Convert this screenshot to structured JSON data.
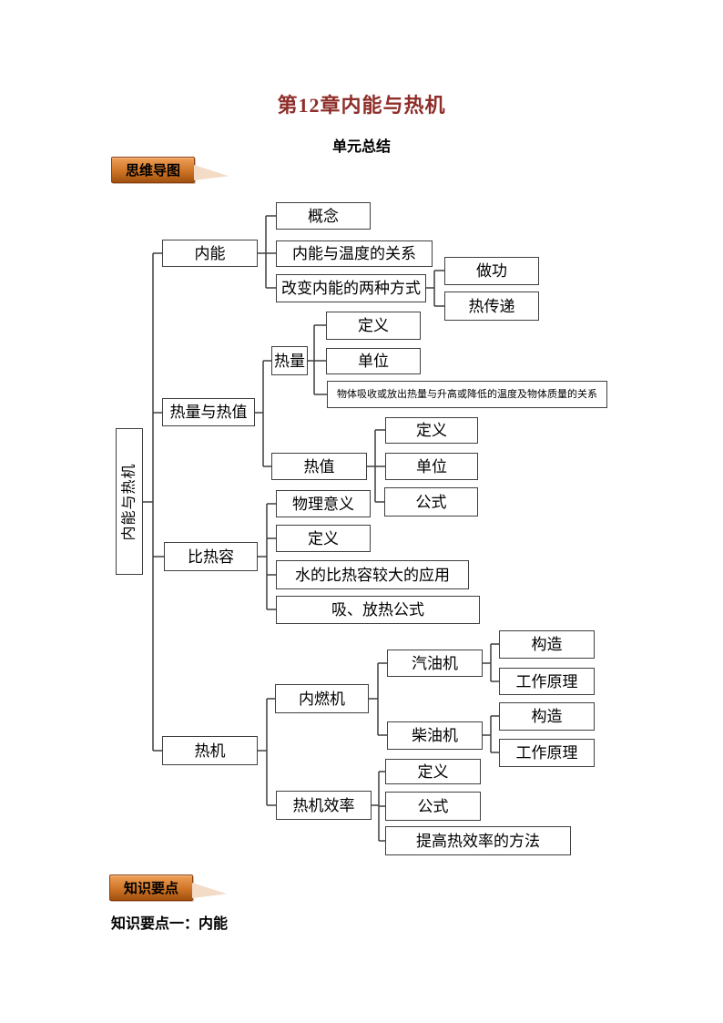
{
  "header": {
    "title": "第12章内能与热机",
    "subtitle": "单元总结"
  },
  "badges": {
    "mindmap": "思维导图",
    "knowledge_points": "知识要点"
  },
  "sections": {
    "knowledge_point_1": "知识要点一：内能"
  },
  "mindmap": {
    "root": "内能与热机",
    "neineng": {
      "label": "内能",
      "gainian": "概念",
      "wendu_guanxi": "内能与温度的关系",
      "gaibian_fangshi": "改变内能的两种方式",
      "zuogong": "做功",
      "rechuandi": "热传递"
    },
    "reliang_rezhi": {
      "label": "热量与热值",
      "reliang": {
        "label": "热量",
        "dingyi": "定义",
        "danwei": "单位",
        "guanxi": "物体吸收或放出热量与升高或降低的温度及物体质量的关系"
      },
      "rezhi": {
        "label": "热值",
        "dingyi": "定义",
        "danwei": "单位",
        "gongshi": "公式"
      }
    },
    "birerong": {
      "label": "比热容",
      "wuli_yiyi": "物理意义",
      "dingyi": "定义",
      "shui_yingyong": "水的比热容较大的应用",
      "xifang_gongshi": "吸、放热公式"
    },
    "reji": {
      "label": "热机",
      "neiranji": {
        "label": "内燃机",
        "qiyouji": {
          "label": "汽油机",
          "gouzao": "构造",
          "yuanli": "工作原理"
        },
        "chaiyouji": {
          "label": "柴油机",
          "gouzao": "构造",
          "yuanli": "工作原理"
        }
      },
      "reji_xiaolv": {
        "label": "热机效率",
        "dingyi": "定义",
        "gongshi": "公式",
        "tigao": "提高热效率的方法"
      }
    }
  },
  "colors": {
    "title": "#8e2e2a",
    "badge_top": "#efa058",
    "badge_bottom": "#a1500f",
    "badge_tail": "#f3dbc6",
    "box_border": "#3f3f3f"
  }
}
